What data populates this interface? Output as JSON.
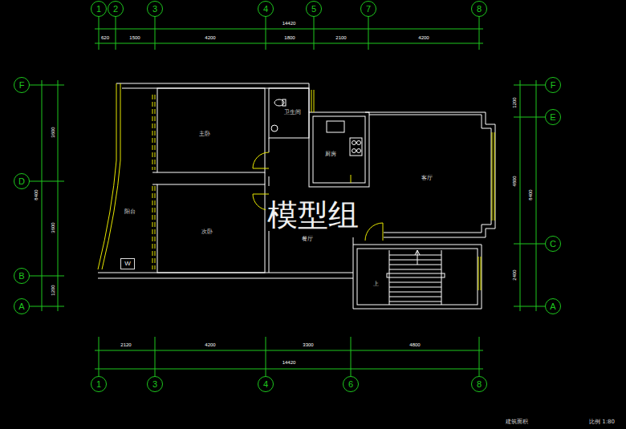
{
  "diagram": {
    "nodes": [
      {
        "text": [
          "1"
        ]
      },
      {
        "text": [
          "2"
        ]
      },
      {
        "text": [
          "3"
        ]
      },
      {
        "text": [
          "4"
        ]
      },
      {
        "text": [
          "5"
        ]
      },
      {
        "text": [
          "7"
        ]
      },
      {
        "text": [
          "8"
        ]
      },
      {
        "text": [
          "F"
        ]
      },
      {
        "text": [
          "D"
        ]
      },
      {
        "text": [
          "B"
        ]
      },
      {
        "text": [
          "A"
        ]
      },
      {
        "text": [
          "F"
        ]
      },
      {
        "text": [
          "E"
        ]
      },
      {
        "text": [
          "C"
        ]
      },
      {
        "text": [
          "A"
        ]
      },
      {
        "text": [
          "1"
        ]
      },
      {
        "text": [
          "3"
        ]
      },
      {
        "text": [
          "4"
        ]
      },
      {
        "text": [
          "6"
        ]
      },
      {
        "text": [
          "8"
        ]
      },
      {
        "text": [
          "W"
        ]
      }
    ],
    "edges": [],
    "labels": [
      "14420",
      "620",
      "1500",
      "4200",
      "1800",
      "2100",
      "4200",
      "3600",
      "8400",
      "3600",
      "1200",
      "1200",
      "4800",
      "8400",
      "2400",
      "2120",
      "4200",
      "3300",
      "4800",
      "14420",
      "主卧",
      "卫生间",
      "厨房",
      "客厅",
      "阳台",
      "次卧",
      "餐厅",
      "上",
      "模型组",
      "建筑面积",
      "比例 1:80"
    ]
  }
}
